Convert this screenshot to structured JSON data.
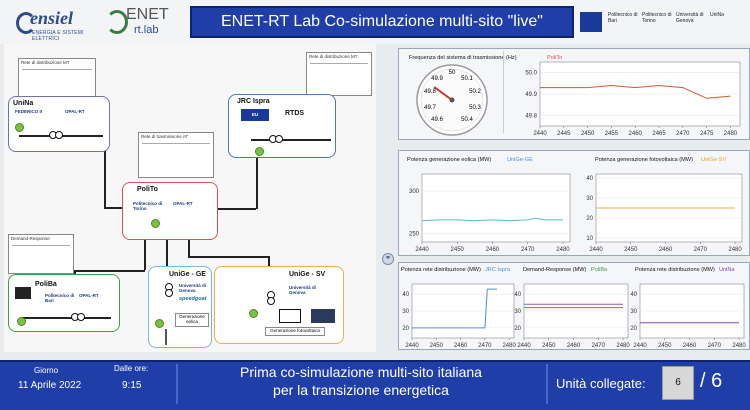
{
  "header": {
    "logo_ensiel": "ensiel",
    "logo_ensiel_sub": "ENERGIA E SISTEMI ELETTRICI",
    "logo_enet": "ENET",
    "logo_enet_sub": "rt.lab",
    "title": "ENET-RT Lab Co-simulazione multi-sito \"live\"",
    "partners": [
      "EU",
      "Politecnico di Bari",
      "Politecnico di Torino",
      "Università di Genova",
      "UniNa"
    ]
  },
  "diagram": {
    "mt_top_left": "Rete di distribuzione MT",
    "mt_top_right": "Rete di distribuzione MT",
    "at_center": "Rete di trasmissione AT",
    "demand_response": "Demand-Response",
    "nodes": {
      "unina": {
        "label": "UniNa",
        "logo1": "FEDERICO II",
        "logo2": "OPAL-RT"
      },
      "jrc": {
        "label": "JRC Ispra",
        "logo1": "EU",
        "logo2": "RTDS"
      },
      "polito": {
        "label": "PoliTo",
        "logo1": "Politecnico di Torino",
        "logo2": "OPAL-RT"
      },
      "poliba": {
        "label": "PoliBa",
        "logo1": "Politecnico di Bari",
        "logo2": "OPAL-RT"
      },
      "unige_ge": {
        "label": "UniGe - GE",
        "logo1": "Università di Genova",
        "logo2": "speedgoat",
        "caption": "Generazione eolica"
      },
      "unige_sv": {
        "label": "UniGe - SV",
        "logo1": "Università di Genova",
        "caption": "Generazione fotovoltaica"
      }
    }
  },
  "gauge_panel": {
    "title": "Frequenza del sistema di trasmissione (Hz)",
    "tag": "PoliTo",
    "gauge_labels": [
      "49.6",
      "49.7",
      "49.8",
      "49.9",
      "50",
      "50.1",
      "50.2",
      "50.3",
      "50.4"
    ],
    "gauge_value": 49.84
  },
  "chart_data": [
    {
      "type": "line",
      "title": "",
      "x": [
        2440,
        2445,
        2450,
        2455,
        2460,
        2465,
        2470,
        2472,
        2475,
        2480
      ],
      "x_ticks": [
        "2440",
        "2445",
        "2450",
        "2455",
        "2460",
        "2465",
        "2470",
        "2475",
        "2480"
      ],
      "y_ticks": [
        "49.8",
        "49.9",
        "50.0"
      ],
      "series": [
        {
          "values": [
            49.93,
            49.93,
            49.93,
            49.94,
            49.93,
            49.94,
            49.93,
            49.91,
            49.88,
            49.89
          ],
          "color": "#d05a2a"
        }
      ],
      "xlim": [
        2440,
        2482
      ],
      "ylim": [
        49.75,
        50.05
      ]
    },
    {
      "type": "line",
      "title": "Potenza generazione eolica (MW)",
      "tag": "UniGe-GE",
      "x": [
        2440,
        2445,
        2450,
        2455,
        2460,
        2465,
        2470,
        2472,
        2475,
        2480
      ],
      "x_ticks": [
        "2440",
        "2450",
        "2460",
        "2470",
        "2480"
      ],
      "y_ticks": [
        "250",
        "300"
      ],
      "series": [
        {
          "values": [
            265,
            266,
            266,
            265,
            266,
            265,
            266,
            268,
            266,
            266
          ],
          "color": "#5ab4e0"
        }
      ],
      "xlim": [
        2440,
        2482
      ],
      "ylim": [
        240,
        320
      ]
    },
    {
      "type": "line",
      "title": "Potenza generazione fotovoltaica (MW)",
      "tag": "UniGe-SV",
      "x": [
        2440,
        2450,
        2460,
        2470,
        2480
      ],
      "x_ticks": [
        "2440",
        "2450",
        "2460",
        "2470",
        "2480"
      ],
      "y_ticks": [
        "10",
        "20",
        "30",
        "40"
      ],
      "series": [
        {
          "values": [
            25,
            25,
            25,
            25,
            25
          ],
          "color": "#e8b04a"
        }
      ],
      "xlim": [
        2440,
        2482
      ],
      "ylim": [
        8,
        42
      ]
    },
    {
      "type": "line",
      "title": "Potenza rete distribuzione (MW)",
      "tag": "JRC Ispra",
      "x": [
        2440,
        2450,
        2460,
        2468,
        2470,
        2471,
        2473,
        2475
      ],
      "x_ticks": [
        "2440",
        "2450",
        "2460",
        "2470",
        "2480"
      ],
      "y_ticks": [
        "20",
        "30",
        "40"
      ],
      "series": [
        {
          "values": [
            20,
            20,
            20,
            20,
            20,
            43,
            43,
            43
          ],
          "color": "#4a90d9"
        }
      ],
      "xlim": [
        2440,
        2482
      ],
      "ylim": [
        14,
        46
      ]
    },
    {
      "type": "line",
      "title": "Demand-Response (MW)",
      "tag": "PoliBa",
      "x": [
        2440,
        2450,
        2460,
        2470,
        2480
      ],
      "x_ticks": [
        "2440",
        "2450",
        "2460",
        "2470",
        "2480"
      ],
      "y_ticks": [
        "20",
        "30",
        "40"
      ],
      "series": [
        {
          "values": [
            32,
            32,
            32,
            32,
            32
          ],
          "color": "#3aa04a"
        },
        {
          "values": [
            34,
            34,
            34,
            34,
            34
          ],
          "color": "#9b59b6"
        }
      ],
      "xlim": [
        2440,
        2482
      ],
      "ylim": [
        14,
        46
      ]
    },
    {
      "type": "line",
      "title": "Potenza rete distribuzione (MW)",
      "tag": "UniNa",
      "x": [
        2440,
        2450,
        2460,
        2470,
        2480
      ],
      "x_ticks": [
        "2440",
        "2450",
        "2460",
        "2470",
        "2480"
      ],
      "y_ticks": [
        "20",
        "30",
        "40"
      ],
      "series": [
        {
          "values": [
            23,
            23,
            23,
            23,
            23
          ],
          "color": "#8e44ad"
        }
      ],
      "xlim": [
        2440,
        2482
      ],
      "ylim": [
        14,
        46
      ]
    }
  ],
  "footer": {
    "day_label": "Giorno",
    "date": "11 Aprile 2022",
    "from_label": "Dalle ore:",
    "time": "9:15",
    "message_line1": "Prima co-simulazione multi-sito italiana",
    "message_line2": "per la transizione energetica",
    "units_label": "Unità collegate:",
    "units_count": "6",
    "units_total": "/ 6"
  },
  "colors": {
    "header_bar": "#1f3ea8",
    "tag_red": "#d9534f",
    "tag_blue": "#4a90d9",
    "tag_orange": "#e8a020",
    "tag_green": "#3aa04a",
    "tag_purple": "#8e44ad"
  }
}
